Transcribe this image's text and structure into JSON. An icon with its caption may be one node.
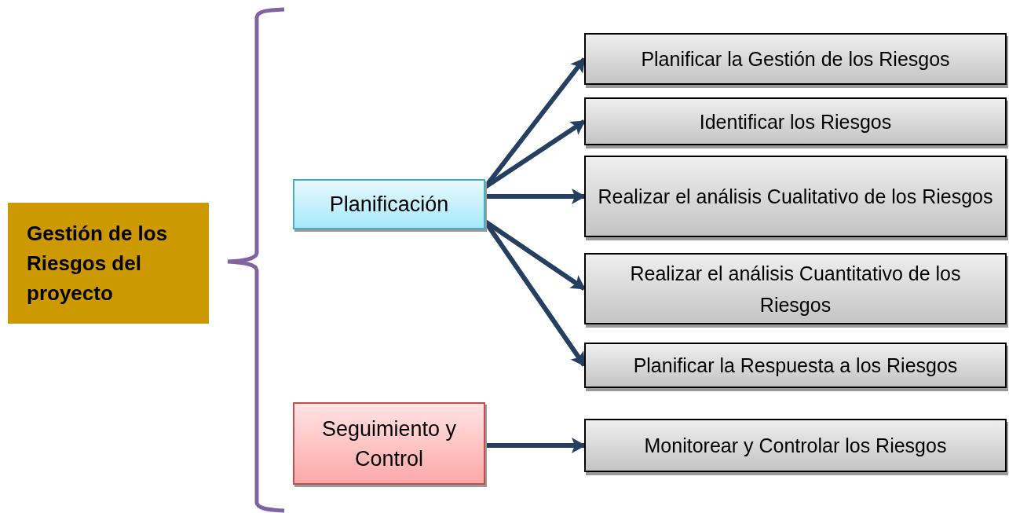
{
  "diagram": {
    "nodes": [
      {
        "text": [
          "Gestión  de los Riesgos del  proyecto"
        ]
      },
      {
        "text": [
          "Planificación"
        ]
      },
      {
        "text": [
          "Seguimiento y Control"
        ]
      },
      {
        "text": [
          "Planificar la Gestión de los Riesgos"
        ]
      },
      {
        "text": [
          "Identificar los Riesgos"
        ]
      },
      {
        "text": [
          "Realizar el análisis Cualitativo de los Riesgos"
        ]
      },
      {
        "text": [
          "Realizar el análisis Cuantitativo de los Riesgos"
        ]
      },
      {
        "text": [
          "Planificar la Respuesta a los Riesgos"
        ]
      },
      {
        "text": [
          "Monitorear y Controlar los Riesgos"
        ]
      }
    ],
    "edges": [
      {
        "from": 1,
        "to": 3,
        "arrow": "to"
      },
      {
        "from": 1,
        "to": 4,
        "arrow": "to"
      },
      {
        "from": 1,
        "to": 5,
        "arrow": "to"
      },
      {
        "from": 1,
        "to": 6,
        "arrow": "to"
      },
      {
        "from": 1,
        "to": 7,
        "arrow": "to"
      },
      {
        "from": 2,
        "to": 8,
        "arrow": "to"
      }
    ]
  }
}
